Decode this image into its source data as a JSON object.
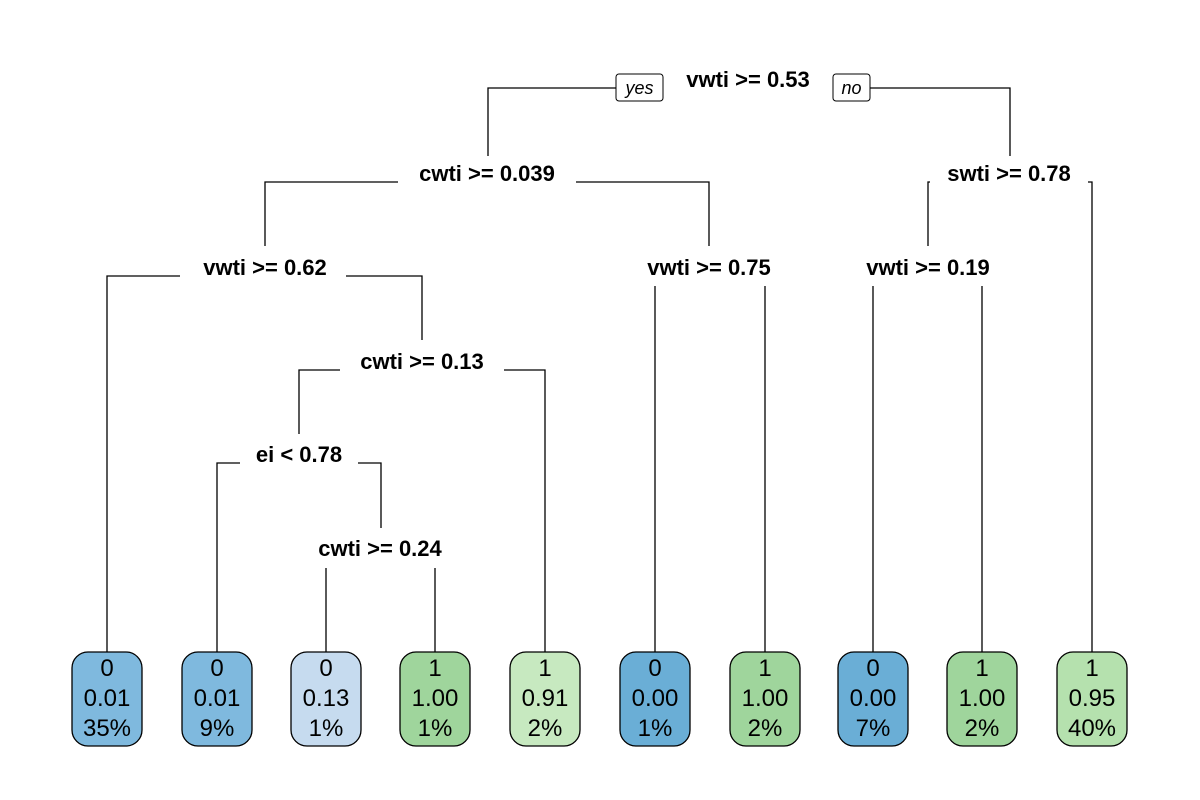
{
  "tree": {
    "yes_label": "yes",
    "no_label": "no",
    "splits": [
      {
        "id": "root",
        "label": "vwti >= 0.53"
      },
      {
        "id": "n2",
        "label": "cwti >= 0.039"
      },
      {
        "id": "n3",
        "label": "swti >= 0.78"
      },
      {
        "id": "n4",
        "label": "vwti >= 0.62"
      },
      {
        "id": "n5",
        "label": "vwti >= 0.75"
      },
      {
        "id": "n6",
        "label": "vwti >= 0.19"
      },
      {
        "id": "n9",
        "label": "cwti >= 0.13"
      },
      {
        "id": "n18",
        "label": "ei < 0.78"
      },
      {
        "id": "n37",
        "label": "cwti >= 0.24"
      }
    ],
    "leaves": [
      {
        "class": "0",
        "prob": "0.01",
        "pct": "35%",
        "color": "#7fb9de"
      },
      {
        "class": "0",
        "prob": "0.01",
        "pct": "9%",
        "color": "#7fb9de"
      },
      {
        "class": "0",
        "prob": "0.13",
        "pct": "1%",
        "color": "#c6dbef"
      },
      {
        "class": "1",
        "prob": "1.00",
        "pct": "1%",
        "color": "#9fd59c"
      },
      {
        "class": "1",
        "prob": "0.91",
        "pct": "2%",
        "color": "#c7e9c0"
      },
      {
        "class": "0",
        "prob": "0.00",
        "pct": "1%",
        "color": "#6aaed6"
      },
      {
        "class": "1",
        "prob": "1.00",
        "pct": "2%",
        "color": "#9fd59c"
      },
      {
        "class": "0",
        "prob": "0.00",
        "pct": "7%",
        "color": "#6aaed6"
      },
      {
        "class": "1",
        "prob": "1.00",
        "pct": "2%",
        "color": "#9fd59c"
      },
      {
        "class": "1",
        "prob": "0.95",
        "pct": "40%",
        "color": "#b5e1ae"
      }
    ]
  }
}
